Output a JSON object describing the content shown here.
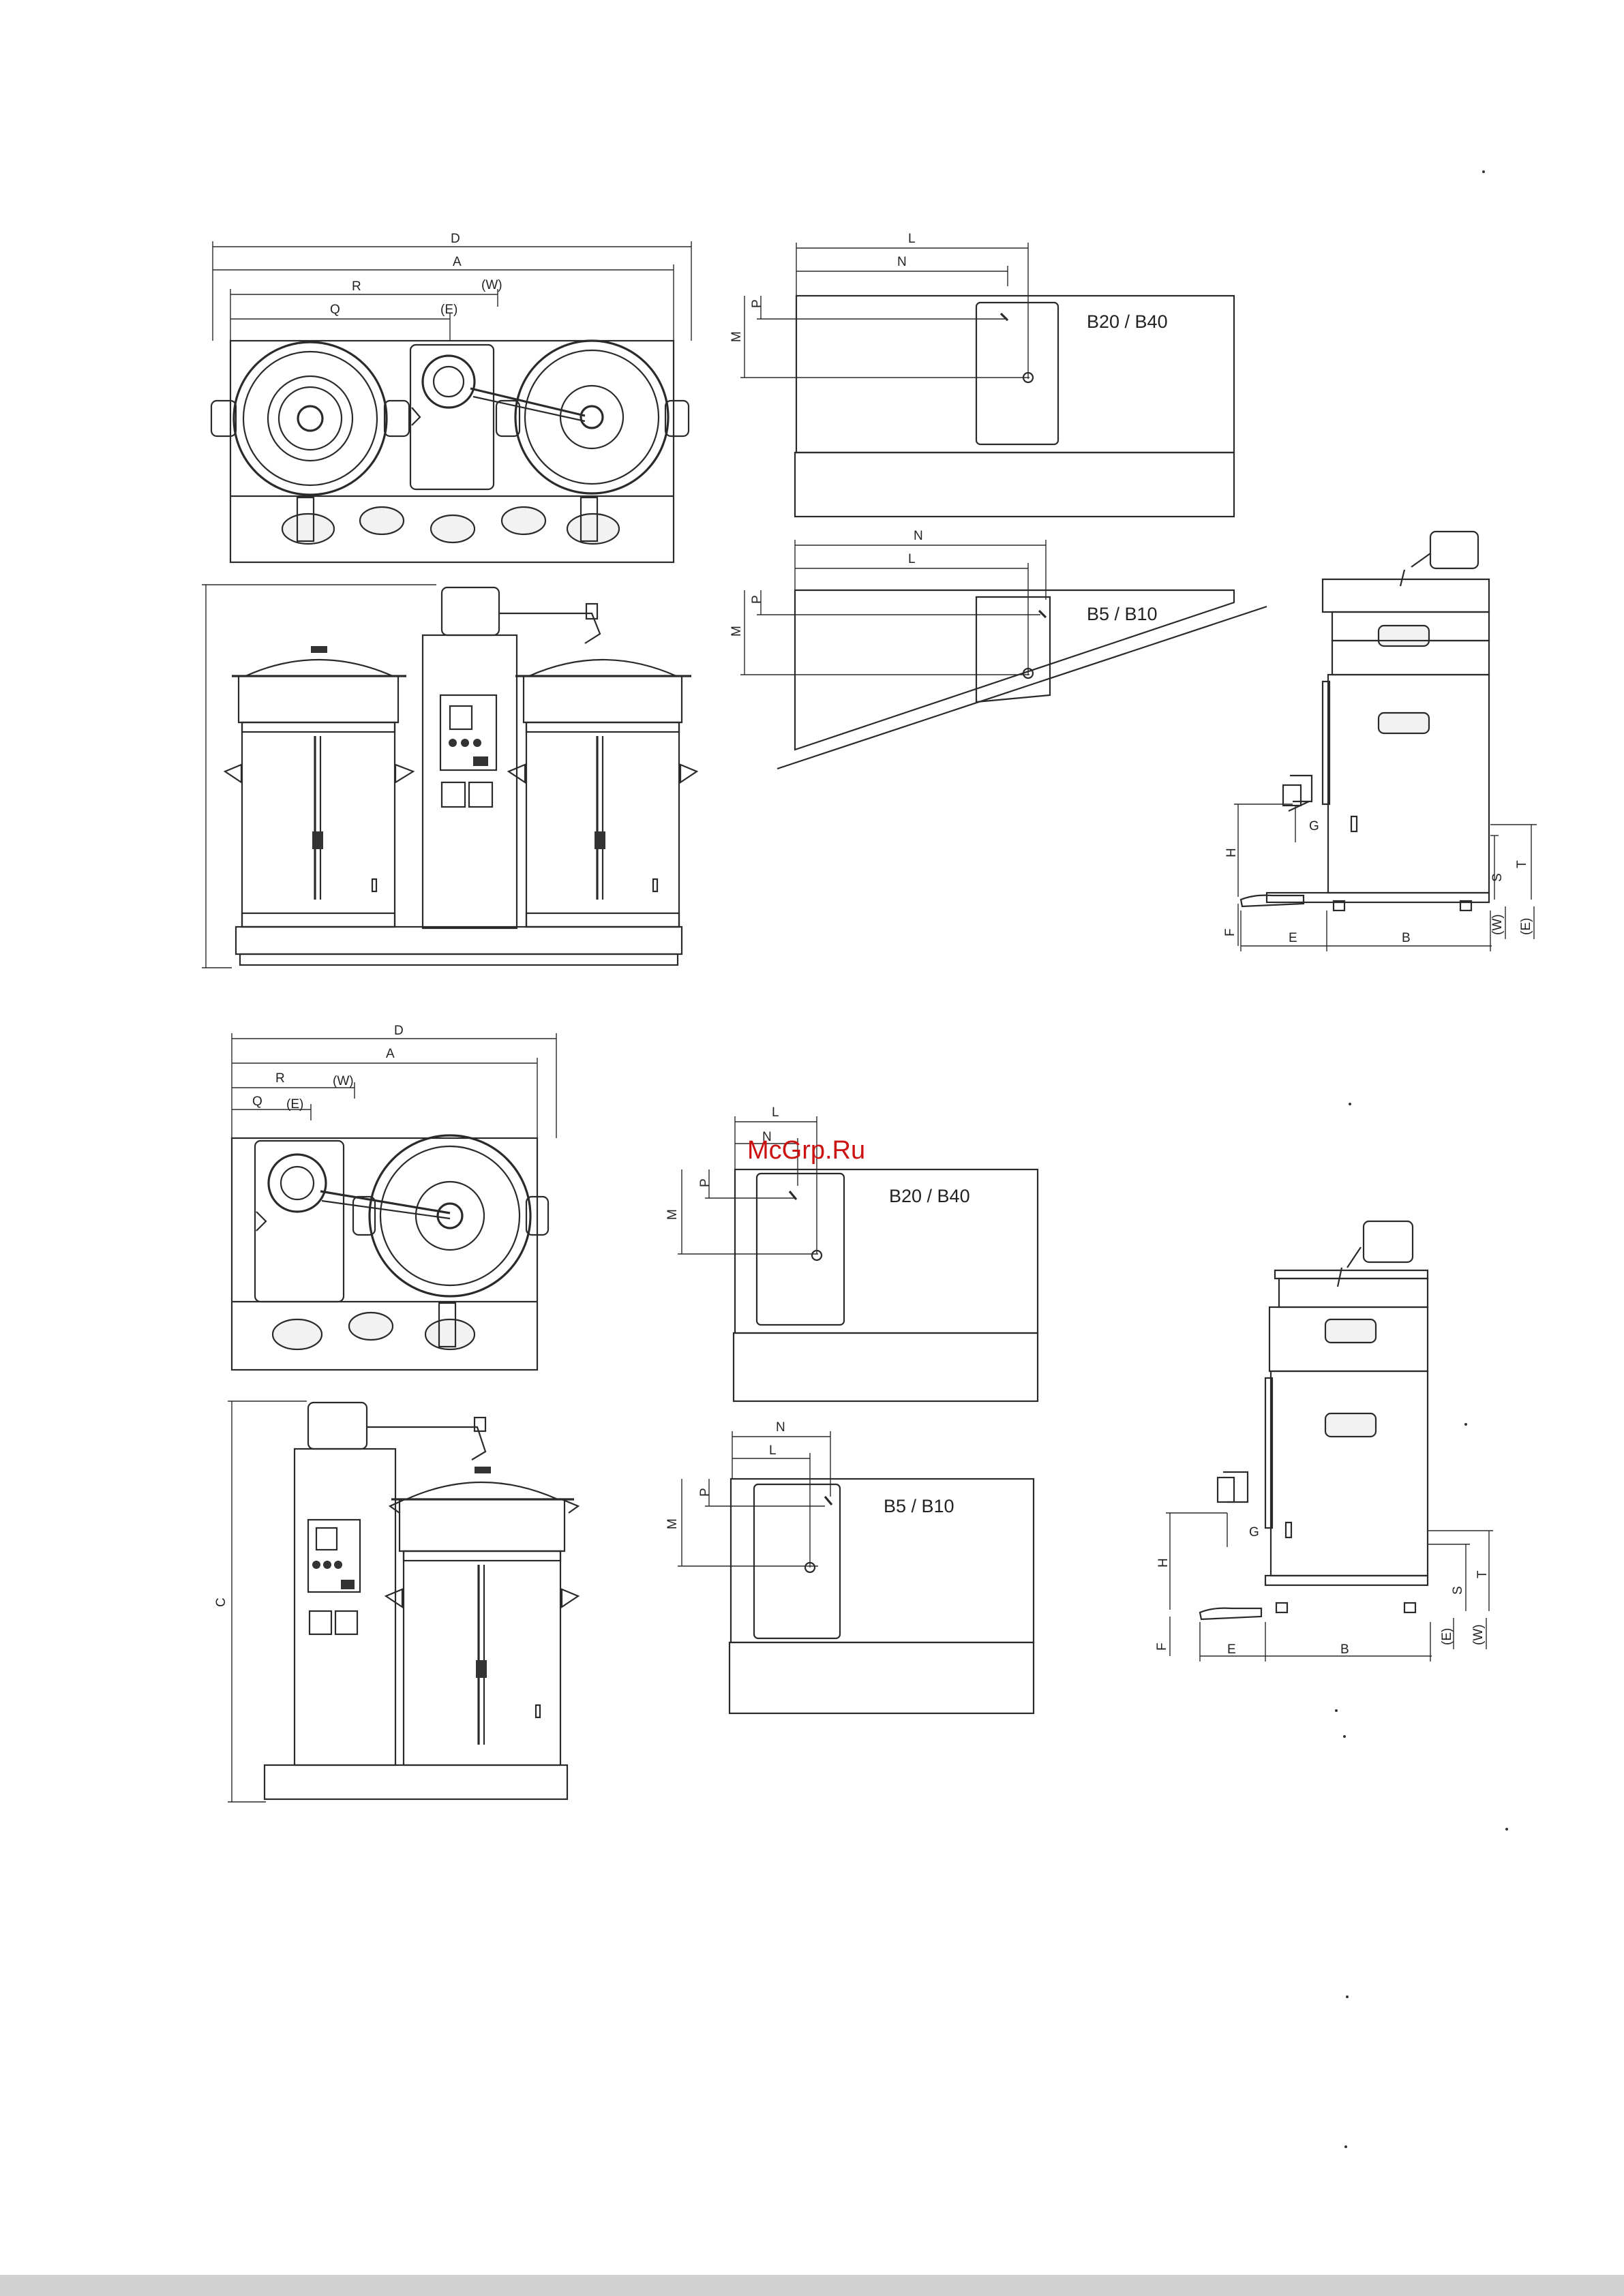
{
  "watermark": "McGrp.Ru",
  "top_section": {
    "plan_view": {
      "labels": {
        "d": "D",
        "a": "A",
        "r": "R",
        "w": "(W)",
        "q": "Q",
        "e": "(E)"
      }
    },
    "front_view": {},
    "install_plan_b20_b40": {
      "model_label": "B20 / B40",
      "labels": {
        "l": "L",
        "n": "N",
        "m": "M",
        "p": "P"
      }
    },
    "install_plan_b5_b10": {
      "model_label": "B5 / B10",
      "labels": {
        "n": "N",
        "l": "L",
        "m": "M",
        "p": "P"
      }
    },
    "side_view": {
      "labels": {
        "h": "H",
        "g": "G",
        "s": "S",
        "t": "T",
        "f": "F",
        "e_dim": "E",
        "b": "B",
        "w": "(W)",
        "e": "(E)"
      }
    }
  },
  "bottom_section": {
    "plan_view": {
      "labels": {
        "d": "D",
        "a": "A",
        "r": "R",
        "w": "(W)",
        "q": "Q",
        "e": "(E)"
      }
    },
    "front_view": {
      "labels": {
        "c": "C"
      }
    },
    "install_plan_b20_b40": {
      "model_label": "B20 / B40",
      "labels": {
        "l": "L",
        "n": "N",
        "m": "M",
        "p": "P"
      }
    },
    "install_plan_b5_b10": {
      "model_label": "B5 / B10",
      "labels": {
        "n": "N",
        "l": "L",
        "m": "M",
        "p": "P"
      }
    },
    "side_view": {
      "labels": {
        "h": "H",
        "g": "G",
        "s": "S",
        "t": "T",
        "f": "F",
        "e_dim": "E",
        "b": "B",
        "e": "(E)",
        "w": "(W)"
      }
    }
  }
}
